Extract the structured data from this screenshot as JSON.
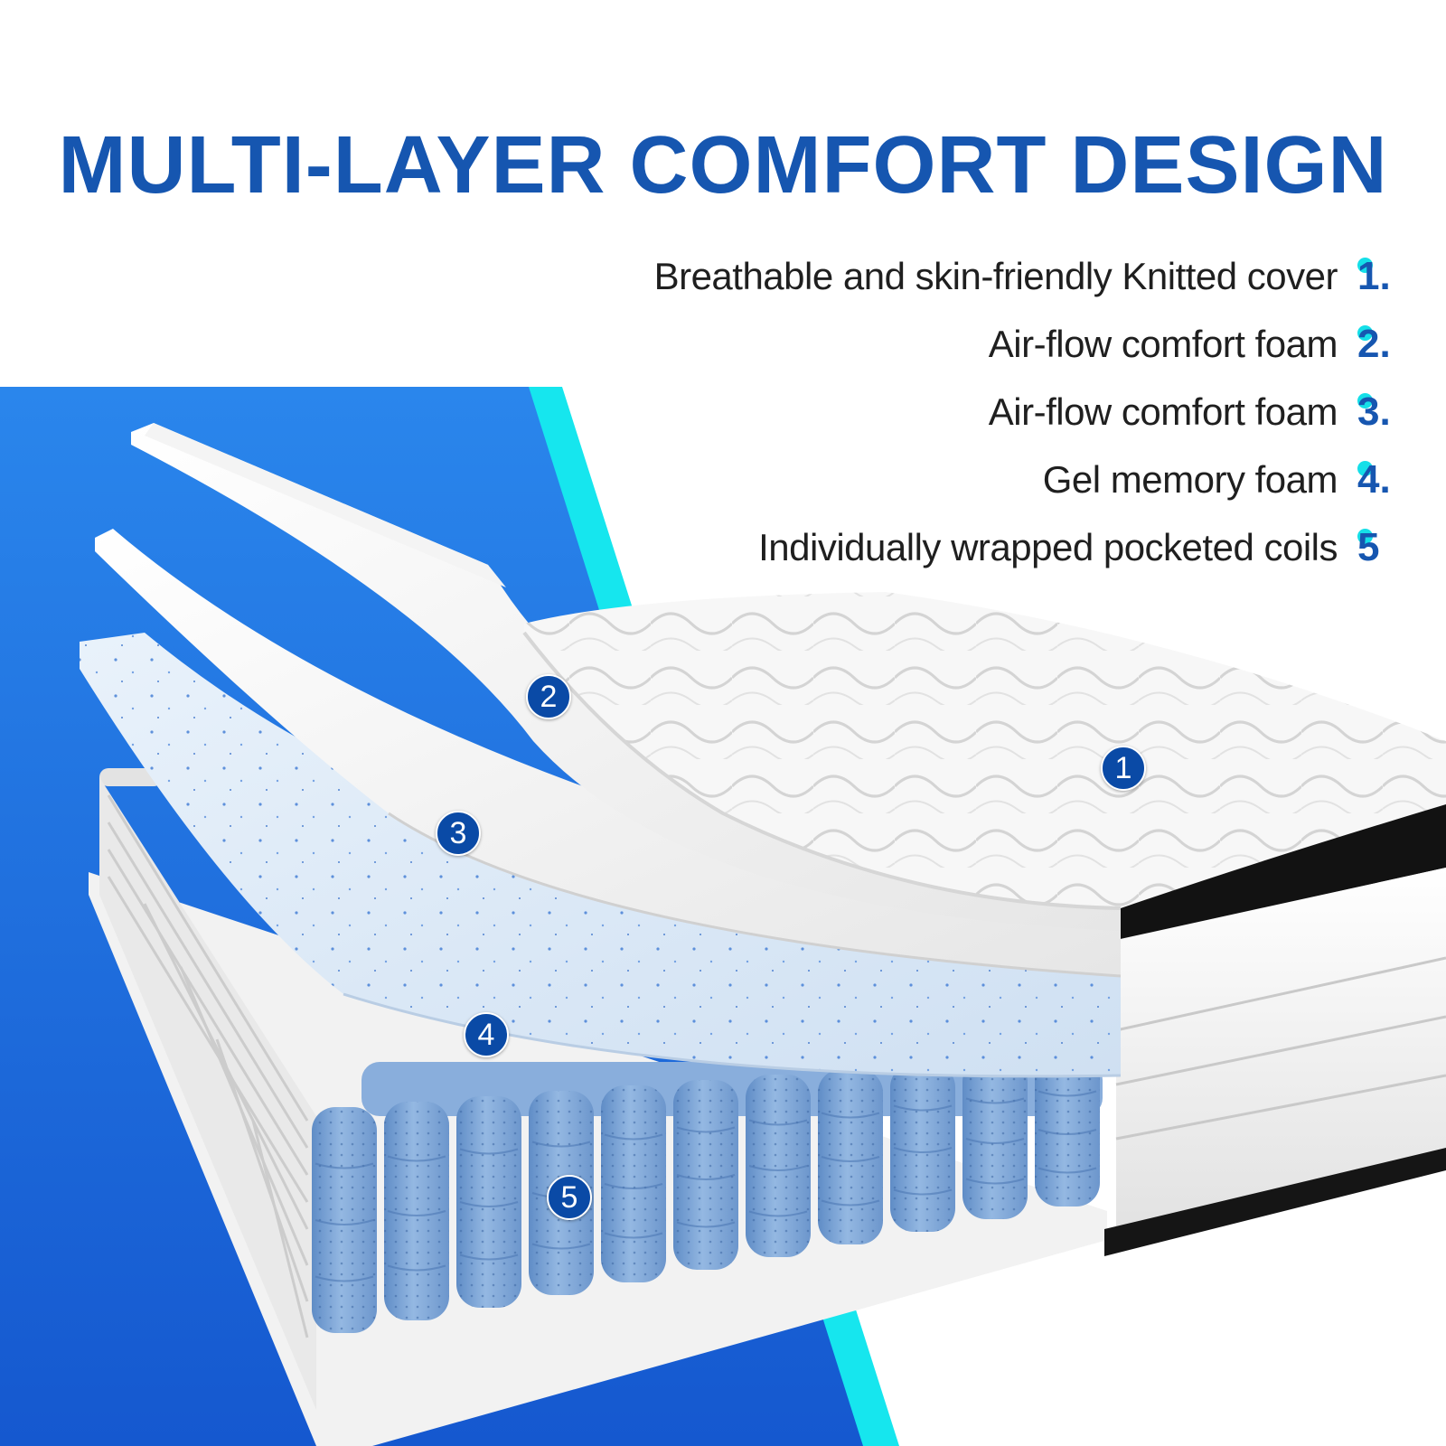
{
  "title": "MULTI-LAYER COMFORT DESIGN",
  "layers": [
    {
      "label": "Breathable and skin-friendly Knitted cover",
      "number": "1."
    },
    {
      "label": "Air-flow comfort foam",
      "number": "2."
    },
    {
      "label": "Air-flow comfort foam",
      "number": "3."
    },
    {
      "label": "Gel memory foam",
      "number": "4."
    },
    {
      "label": "Individually wrapped pocketed coils",
      "number": "5"
    }
  ],
  "callouts": [
    "1",
    "2",
    "3",
    "4",
    "5"
  ],
  "colors": {
    "title_blue": "#1656b0",
    "accent_cyan": "#15dfe8",
    "background_blue": "#1c6fe0",
    "badge_blue": "#0a4aa6",
    "coil_blue": "#7fa6d6"
  }
}
